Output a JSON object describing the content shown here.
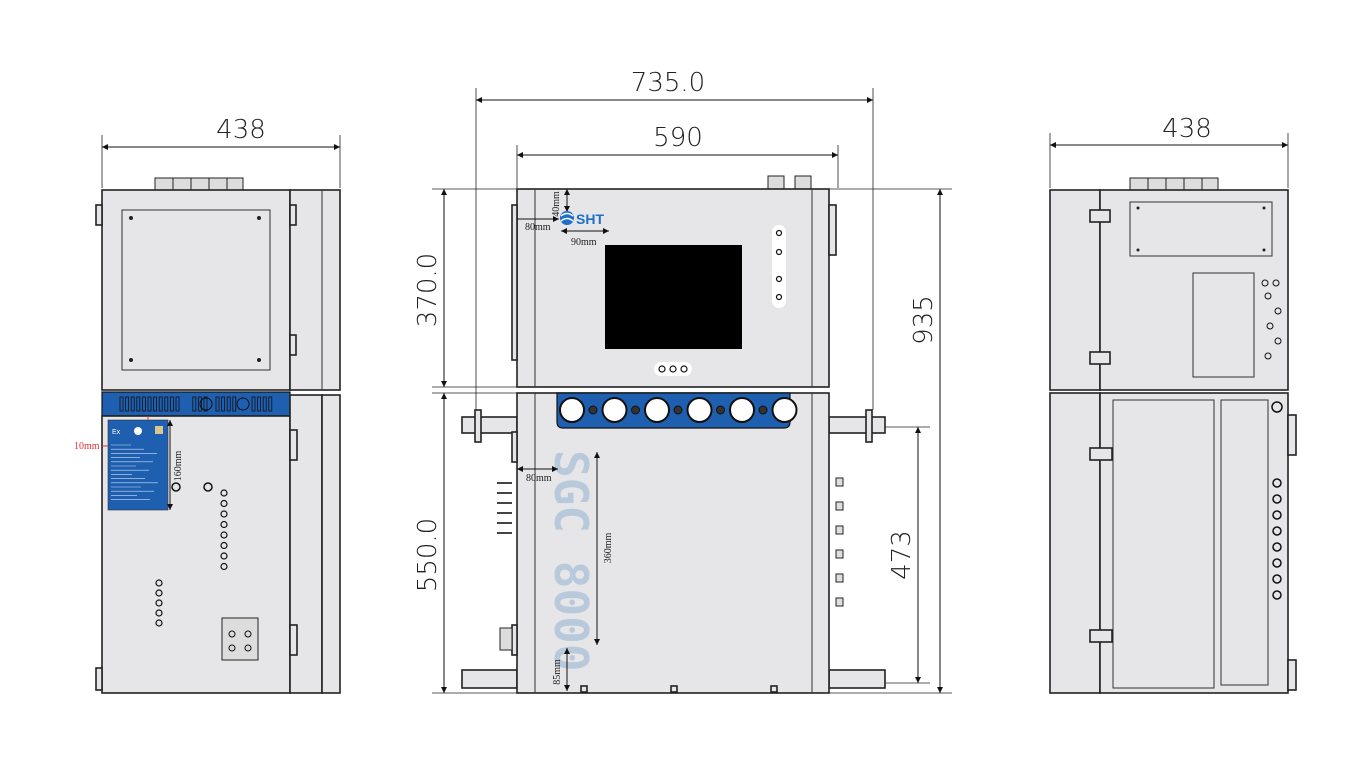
{
  "title": "SGC 8000 cabinet dimension drawing",
  "left_view": {
    "width_dim": "438",
    "plate_offset": "10mm",
    "plate_height": "160mm",
    "plate_ex_mark": "Ex"
  },
  "front_view": {
    "overall_width": "735.0",
    "body_width": "590",
    "upper_height": "370.0",
    "lower_height": "550.0",
    "total_height": "935",
    "rail_height": "473",
    "logo_top_offset": "40mm",
    "logo_left_offset": "80mm",
    "logo_width": "90mm",
    "logo_text": "SHT",
    "product_text_left_offset": "80mm",
    "product_text_height": "360mm",
    "product_text_bottom_offset": "85mm",
    "product_name": "SGC 8000",
    "screen_color": "#000000",
    "gland_plate_color": "#1f5fb0",
    "product_text_color": "#b7c9da"
  },
  "right_view": {
    "width_dim": "438"
  }
}
